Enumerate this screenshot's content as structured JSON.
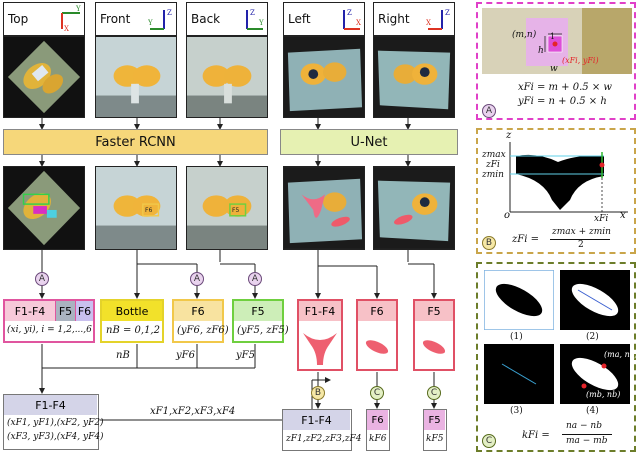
{
  "views": [
    {
      "label": "Top"
    },
    {
      "label": "Front"
    },
    {
      "label": "Back"
    },
    {
      "label": "Left"
    },
    {
      "label": "Right"
    }
  ],
  "axes": {
    "x": "X",
    "y": "Y",
    "z": "Z"
  },
  "detectors": {
    "faster_rcnn": "Faster RCNN",
    "unet": "U-Net"
  },
  "markers": {
    "a": "A",
    "b": "B",
    "c": "C"
  },
  "photo_tags": {
    "front": "F6",
    "back": "F5"
  },
  "boxes": {
    "f1f4_top": "F1-F4",
    "f5_top": "F5",
    "f6_top": "F6",
    "bottle": "Bottle",
    "f6_front": "F6",
    "f5_back": "F5",
    "f1f4_left": "F1-F4",
    "f6_seg": "F6",
    "f5_seg": "F5",
    "f1f4_final": "F1-F4",
    "f1f4_z": "F1-F4",
    "f6_k": "F6",
    "f5_k": "F5"
  },
  "math": {
    "top_coords": "(xi, yi),  i = 1,2,...,6",
    "bottle_n": "nB = 0,1,2",
    "f6_coords": "(yF6, zF6)",
    "f5_coords": "(yF5, zF5)",
    "nB": "nB",
    "yF6": "yF6",
    "yF5": "yF5",
    "xF_list": "xF1,xF2,xF3,xF4",
    "final_row1": "(xF1, yF1),(xF2, yF2)",
    "final_row2": "(xF3, yF3),(xF4, yF4)",
    "z_list": "zF1,zF2,zF3,zF4",
    "kF6": "kF6",
    "kF5": "kF5"
  },
  "panel_a": {
    "mn": "(m,n)",
    "h": "h",
    "w": "w",
    "one": "1",
    "point": "(xFi, yFi)",
    "eq1": "xFi = m + 0.5 × w",
    "eq2": "yFi = n + 0.5 × h"
  },
  "panel_b": {
    "z": "z",
    "zmax": "zmax",
    "zfi": "zFi",
    "zmin": "zmin",
    "o": "o",
    "xfi": "xFi",
    "x": "x",
    "eq_lhs": "zFi =",
    "eq_num": "zmax + zmin",
    "eq_den": "2"
  },
  "panel_c": {
    "sub1": "(1)",
    "sub2": "(2)",
    "sub3": "(3)",
    "sub4": "(4)",
    "ma": "(ma, na)",
    "mb": "(mb, nb)",
    "eq_lhs": "kFi =",
    "eq_num": "na − nb",
    "eq_den": "ma − mb"
  },
  "colors": {
    "faster_rcnn_bar": "#f6d77a",
    "unet_bar": "#e6f1b2",
    "top_box": "#e0559f",
    "bottle_box": "#f2e12a",
    "f6_box": "#f1c84a",
    "f5_box": "#6fcf3f",
    "seg_box": "#e05065",
    "final_box": "#a7a7c8",
    "panel_a": "#e040c8",
    "panel_b": "#c9a54a",
    "panel_c": "#6c7d2a"
  }
}
